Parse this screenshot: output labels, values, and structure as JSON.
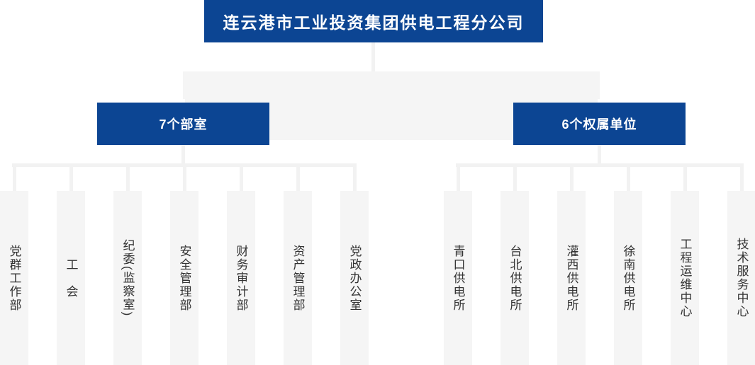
{
  "org": {
    "root": {
      "label": "连云港市工业投资集团供电工程分公司"
    },
    "groups": [
      {
        "id": "departments",
        "label": "7个部室",
        "children": [
          {
            "label": "党群工作部"
          },
          {
            "label": "工　会"
          },
          {
            "label": "纪委(监察室)"
          },
          {
            "label": "安全管理部"
          },
          {
            "label": "财务审计部"
          },
          {
            "label": "资产管理部"
          },
          {
            "label": "党政办公室"
          }
        ]
      },
      {
        "id": "units",
        "label": "6个权属单位",
        "children": [
          {
            "label": "青口供电所"
          },
          {
            "label": "台北供电所"
          },
          {
            "label": "灌西供电所"
          },
          {
            "label": "徐南供电所"
          },
          {
            "label": "工程运维中心"
          },
          {
            "label": "技术服务中心"
          }
        ]
      }
    ]
  },
  "colors": {
    "primary_blue": "#0c4593",
    "panel_gray": "#f5f5f5",
    "connector_gray": "#f2f2f2",
    "text_dark": "#333333",
    "text_light": "#ffffff"
  }
}
